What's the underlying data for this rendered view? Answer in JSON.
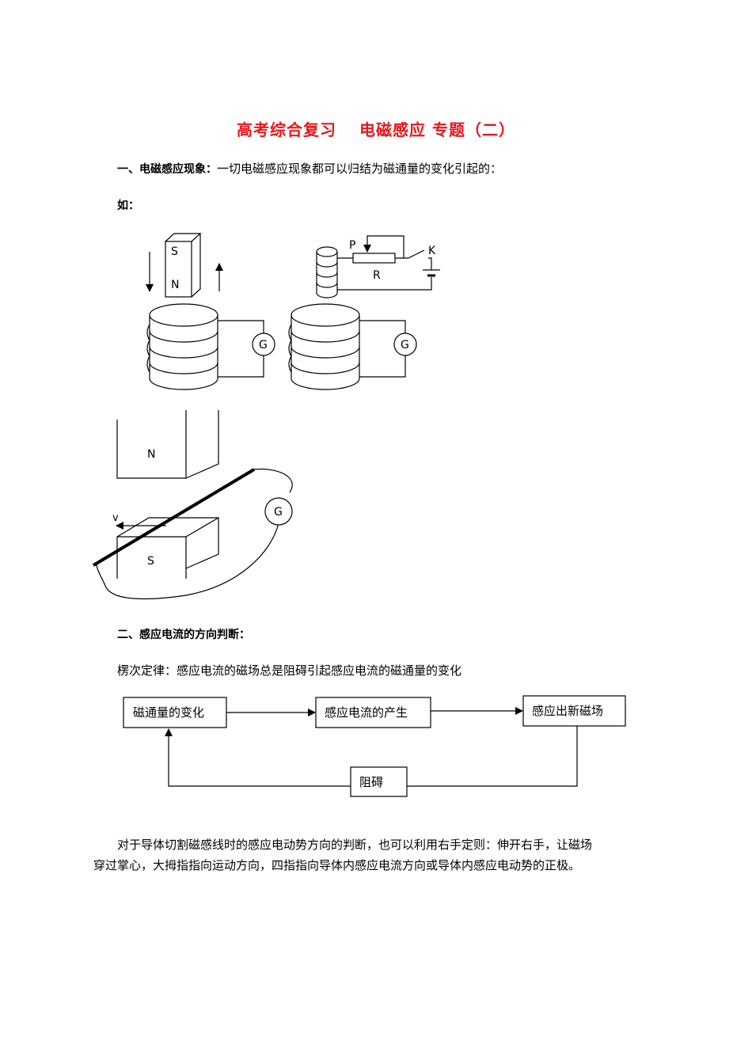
{
  "title": "高考综合复习　 电磁感应 专题（二）",
  "section1": {
    "heading": "一、电磁感应现象：",
    "text": "一切电磁感应现象都可以归结为磁通量的变化引起的：",
    "example_label": "如："
  },
  "figure1": {
    "magnet_top": "S",
    "magnet_bottom": "N",
    "galvanometer": "G"
  },
  "figure2": {
    "slider": "P",
    "resistor": "R",
    "switch": "K",
    "galvanometer": "G"
  },
  "figure3": {
    "pole_top": "N",
    "pole_bottom": "S",
    "velocity": "v",
    "galvanometer": "G"
  },
  "section2": {
    "heading": "二、感应电流的方向判断：",
    "law": "楞次定律：感应电流的磁场总是阻碍引起感应电流的磁通量的变化"
  },
  "flow": {
    "box1": "磁通量的变化",
    "box2": "感应电流的产生",
    "box3": "感应出新磁场",
    "box4": "阻碍"
  },
  "paragraph": {
    "line1": "　　对于导体切割磁感线时的感应电动势方向的判断，也可以利用右手定则：伸开右手，让磁场",
    "line2": "穿过掌心，大拇指指向运动方向，四指指向导体内感应电流方向或导体内感应电动势的正极。"
  }
}
